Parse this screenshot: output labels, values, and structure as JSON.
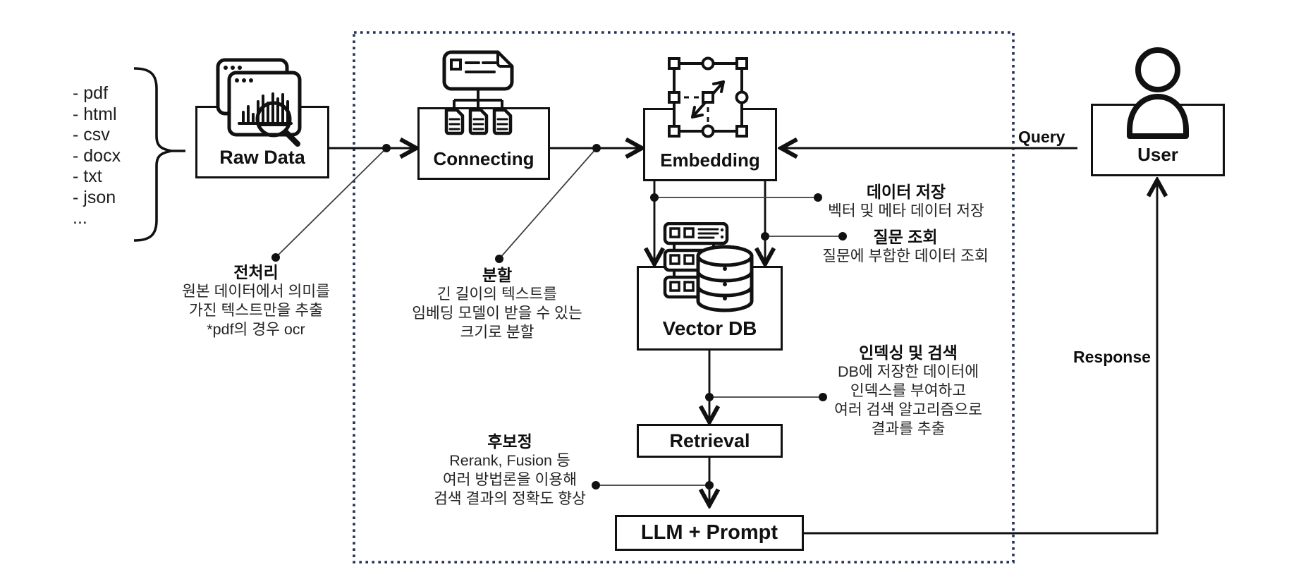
{
  "diagram": {
    "source_types": [
      "- pdf",
      "- html",
      "- csv",
      "- docx",
      "- txt",
      "- json",
      "..."
    ],
    "nodes": {
      "raw_data": {
        "label": "Raw Data"
      },
      "connecting": {
        "label": "Connecting"
      },
      "embedding": {
        "label": "Embedding"
      },
      "vector_db": {
        "label": "Vector DB"
      },
      "retrieval": {
        "label": "Retrieval"
      },
      "llm_prompt": {
        "label": "LLM + Prompt"
      },
      "user": {
        "label": "User"
      }
    },
    "edge_labels": {
      "query": "Query",
      "response": "Response"
    },
    "annotations": {
      "preprocess": {
        "title": "전처리",
        "lines": [
          "원본 데이터에서 의미를",
          "가진 텍스트만을 추출",
          "*pdf의 경우 ocr"
        ]
      },
      "split": {
        "title": "분할",
        "lines": [
          "긴 길이의 텍스트를",
          "임베딩 모델이 받을 수 있는",
          "크기로 분할"
        ]
      },
      "store": {
        "title": "데이터 저장",
        "lines": [
          "벡터 및 메타 데이터 저장"
        ]
      },
      "query_lookup": {
        "title": "질문 조회",
        "lines": [
          "질문에 부합한 데이터 조회"
        ]
      },
      "indexing": {
        "title": "인덱싱 및 검색",
        "lines": [
          "DB에 저장한 데이터에",
          "인덱스를 부여하고",
          "여러 검색 알고리즘으로",
          "결과를 추출"
        ]
      },
      "postprocess": {
        "title": "후보정",
        "lines": [
          "Rerank, Fusion 등",
          "여러 방법론을 이용해",
          "검색 결과의 정확도 향상"
        ]
      }
    },
    "colors": {
      "line": "#111111",
      "thin_line": "#3d3d3d",
      "dotted_border": "#243158",
      "background": "#ffffff"
    }
  }
}
